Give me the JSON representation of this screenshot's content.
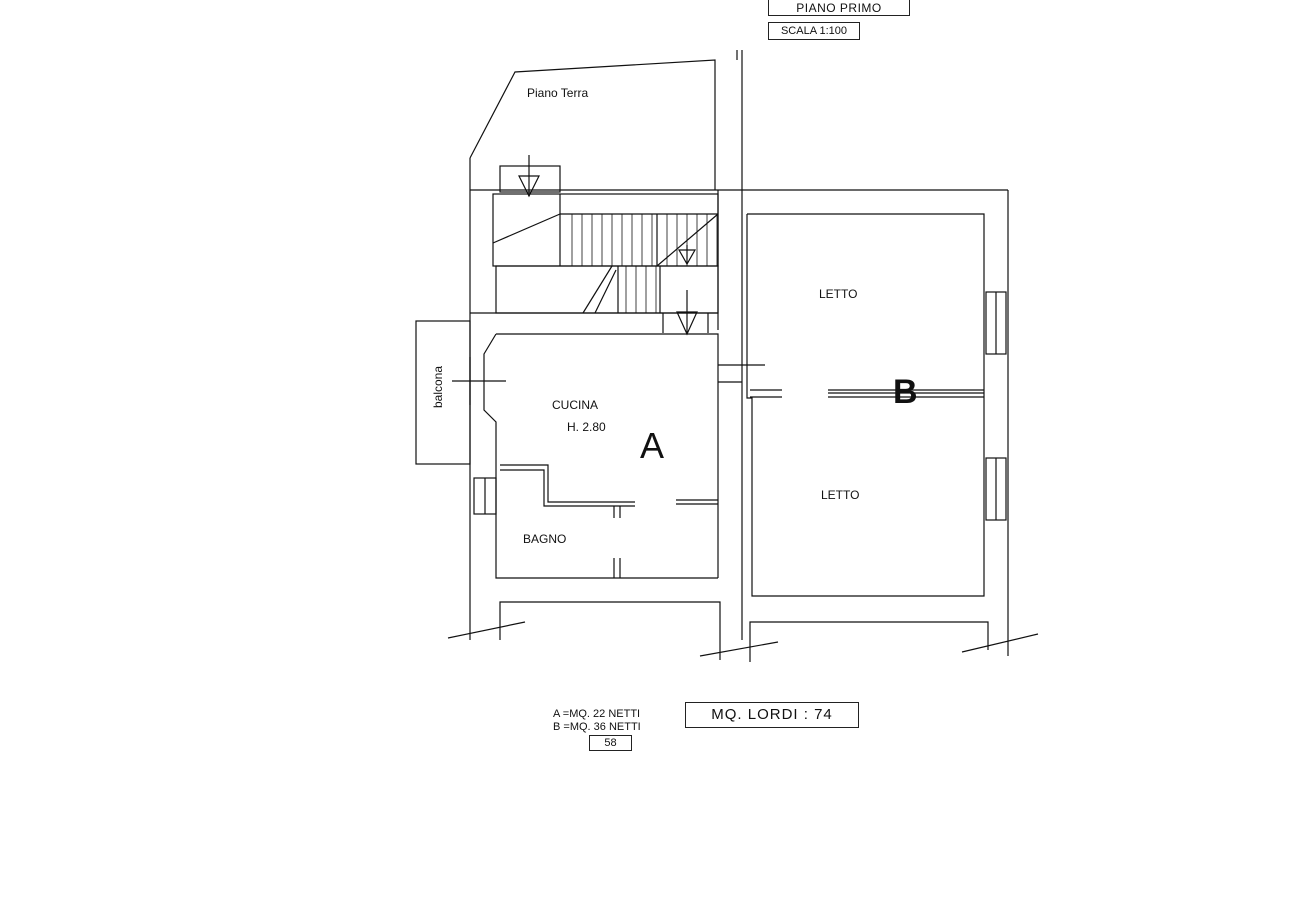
{
  "header": {
    "floor_name": "PIANO  PRIMO",
    "scale": "SCALA 1:100"
  },
  "rooms": {
    "ground_floor": "Piano Terra",
    "balcony": "balcona",
    "kitchen": "CUCINA",
    "kitchen_height": "H. 2.80",
    "bathroom": "BAGNO",
    "bedroom_1": "LETTO",
    "bedroom_2": "LETTO"
  },
  "units": {
    "a": "A",
    "b": "B"
  },
  "areas": {
    "a_line": "A =MQ. 22  NETTI",
    "b_line": "B =MQ. 36  NETTI",
    "total": "58",
    "gross": "MQ.  LORDI  : 74"
  }
}
